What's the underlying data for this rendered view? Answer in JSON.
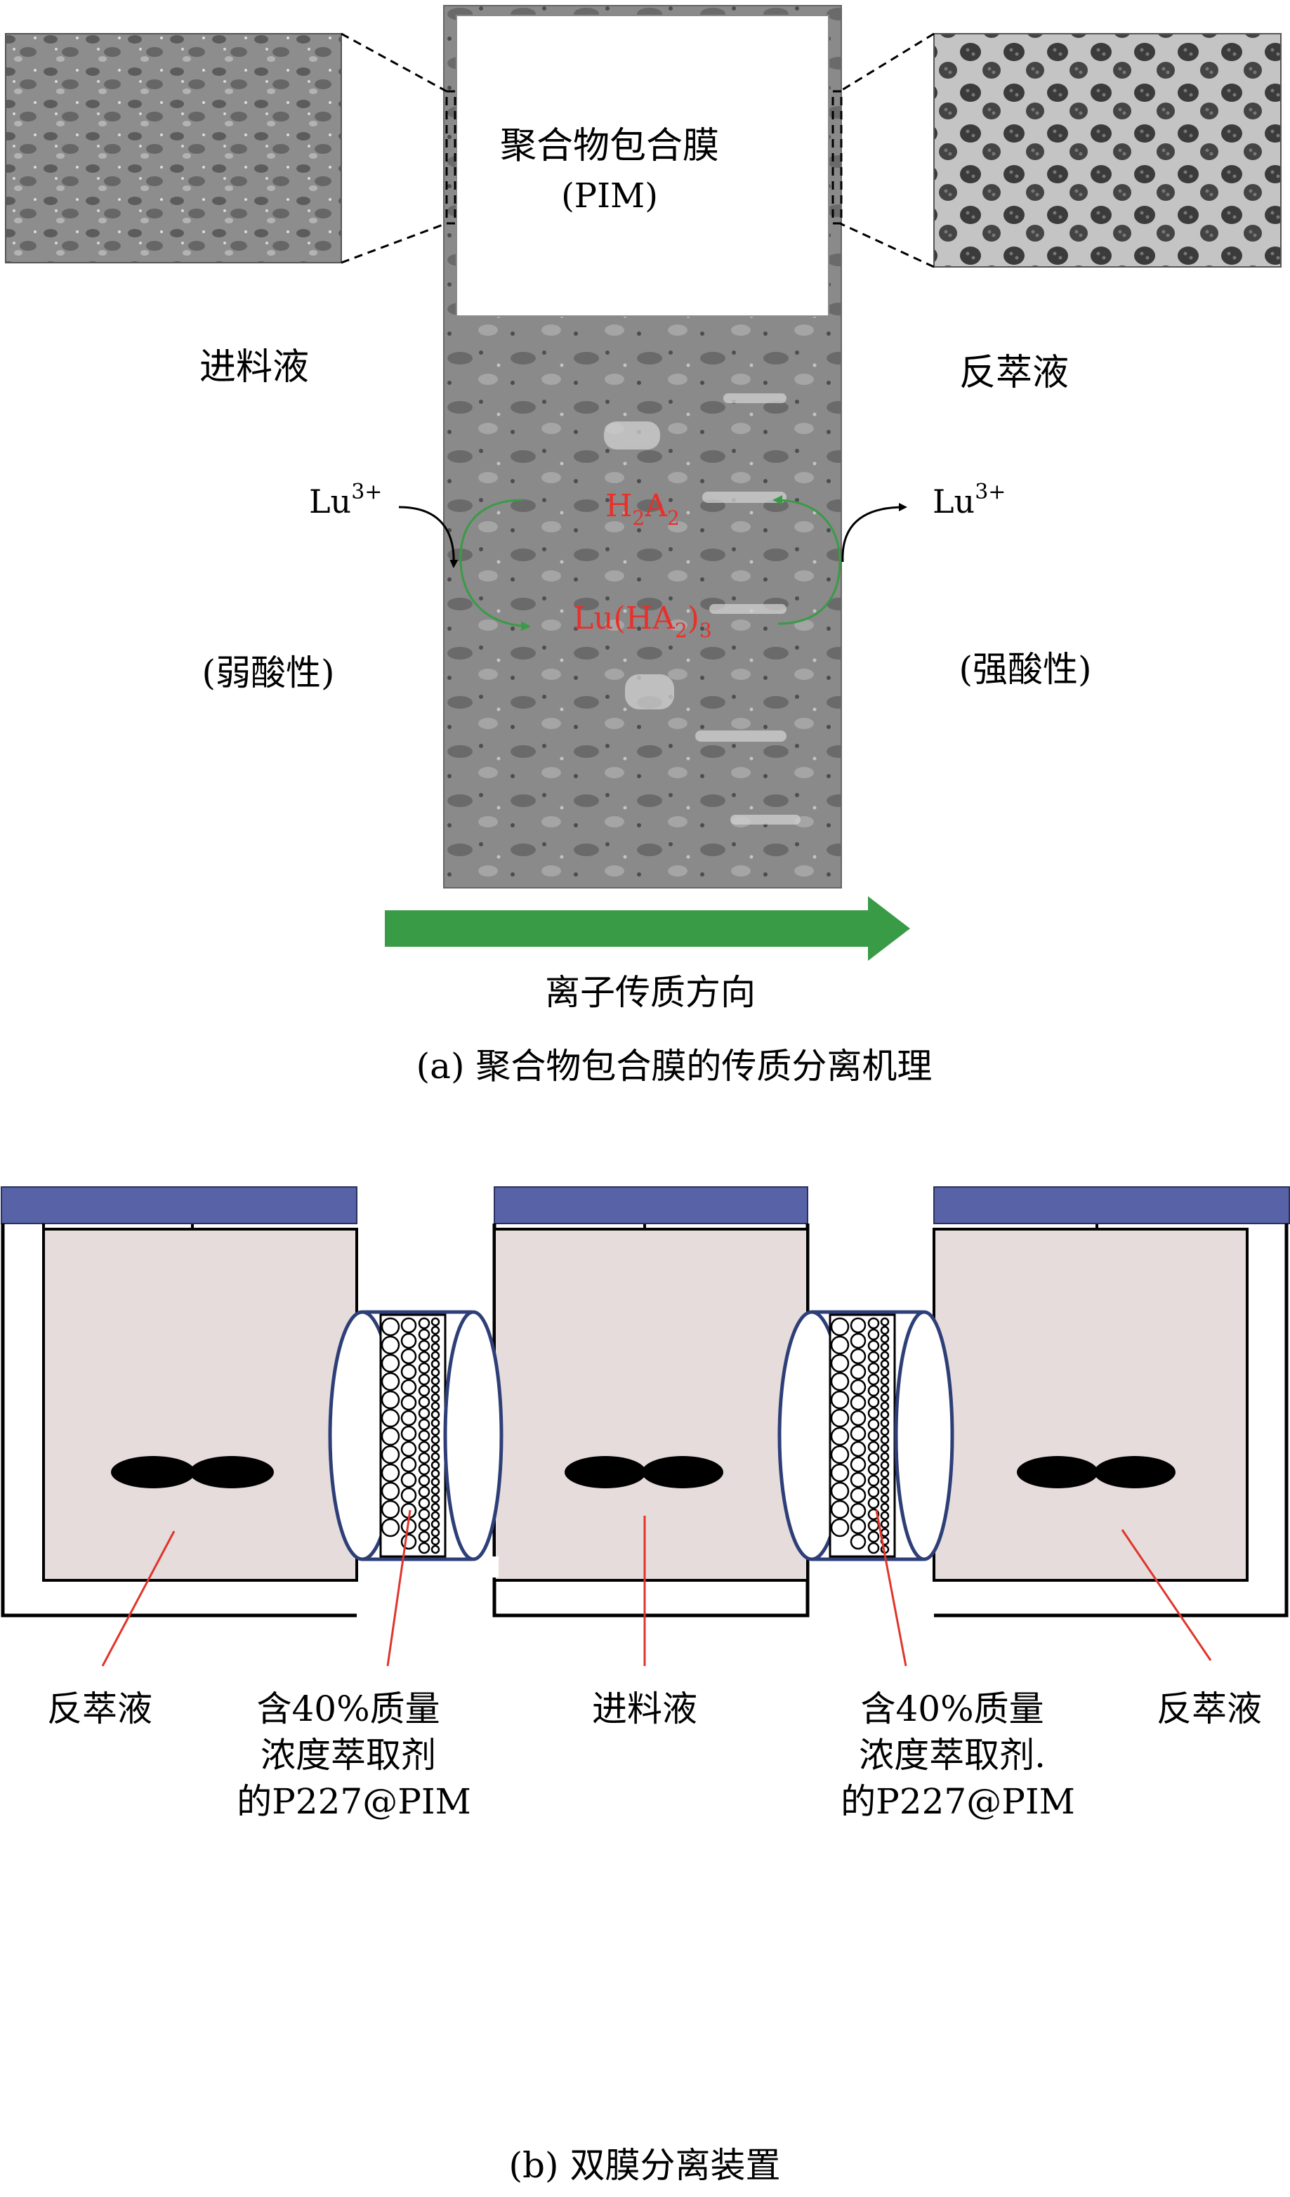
{
  "panel_a": {
    "membrane_title": "聚合物包合膜",
    "membrane_abbr": "(PIM)",
    "feed_label": "进料液",
    "strip_label": "反萃液",
    "ion_left": "Lu",
    "ion_left_sup": "3+",
    "ion_right": "Lu",
    "ion_right_sup": "3+",
    "carrier_h": "H",
    "carrier_sub1": "2",
    "carrier_a": "A",
    "carrier_sub2": "2",
    "complex_main": "Lu(HA",
    "complex_sub1": "2",
    "complex_close": ")",
    "complex_sub2": "3",
    "left_condition": "(弱酸性)",
    "right_condition": "(强酸性)",
    "arrow_label": "离子传质方向",
    "caption": "(a) 聚合物包合膜的传质分离机理"
  },
  "panel_b": {
    "label_left": "反萃液",
    "label_membrane_left": [
      "含40%质量",
      "浓度萃取剂",
      "的P227@PIM"
    ],
    "label_center": "进料液",
    "label_membrane_right": [
      "含40%质量",
      "浓度萃取剂.",
      "的P227@PIM"
    ],
    "label_right": "反萃液",
    "caption": "(b) 双膜分离装置"
  },
  "colors": {
    "chemistry_red": "#e8302a",
    "flow_green": "#3a9b47",
    "lid_blue": "#5763a6",
    "liquid": "#e6dcdc",
    "pointer_red": "#e0352b",
    "cylinder_navy": "#2e3f78"
  }
}
